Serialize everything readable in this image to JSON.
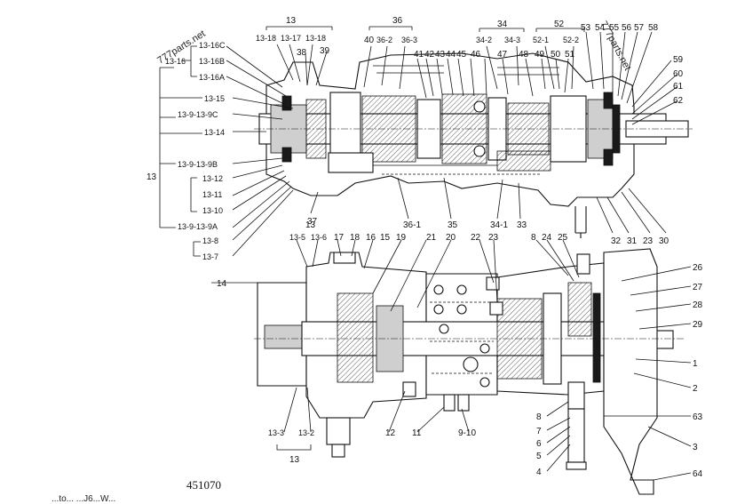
{
  "watermarks": [
    "777parts.net",
    "777parts.net"
  ],
  "figure_number": "451070",
  "footer_caption": "...to... ...J6...W...",
  "top_labels": {
    "group_13": "13",
    "l_13_18a": "13-18",
    "l_13_17": "13-17",
    "l_13_18b": "13-18",
    "l_38": "38",
    "l_39": "39",
    "l_40": "40",
    "group_36": "36",
    "l_36_2": "36-2",
    "l_36_3": "36-3",
    "l_41": "41",
    "l_42": "42",
    "l_43": "43",
    "l_44": "44",
    "l_45": "45",
    "l_46": "46",
    "group_34": "34",
    "l_34_2": "34-2",
    "l_34_3": "34-3",
    "l_47": "47",
    "l_48": "48",
    "l_49": "49",
    "group_52": "52",
    "l_52_1": "52-1",
    "l_52_2": "52-2",
    "l_50": "50",
    "l_51": "51",
    "l_53": "53",
    "l_54": "54",
    "l_55": "55",
    "l_56": "56",
    "l_57": "57",
    "l_58": "58",
    "l_59": "59",
    "l_60": "60",
    "l_61": "61",
    "l_62": "62",
    "l_13_16c": "13-16C",
    "l_13_16": "13-16",
    "l_13_16b": "13-16B",
    "l_13_16a": "13-16A",
    "l_13_15": "13-15",
    "l_13_9_13_9c": "13-9-13-9C",
    "l_13_14": "13-14",
    "l_13_9_13_9b": "13-9-13-9B",
    "l_13_main": "13",
    "l_13_12": "13-12",
    "l_13_11": "13-11",
    "l_13_10": "13-10",
    "l_13_9_13_9a": "13-9-13-9A",
    "l_13_8": "13-8",
    "l_13_7": "13-7",
    "l_37": "37",
    "l_36_1": "36-1",
    "l_35": "35",
    "l_34_1": "34-1",
    "l_33": "33",
    "l_32": "32",
    "l_31": "31",
    "l_23r": "23",
    "l_30": "30"
  },
  "bottom_labels": {
    "group_13b": "13",
    "l_13_5": "13-5",
    "l_13_6": "13-6",
    "l_17": "17",
    "l_18": "18",
    "l_16": "16",
    "l_15": "15",
    "l_19": "19",
    "l_21": "21",
    "l_20": "20",
    "l_22": "22",
    "l_23": "23",
    "l_8a": "8",
    "l_24": "24",
    "l_25": "25",
    "l_26": "26",
    "l_27": "27",
    "l_28": "28",
    "l_29": "29",
    "l_14": "14",
    "l_1": "1",
    "l_2": "2",
    "l_63": "63",
    "l_3": "3",
    "l_64": "64",
    "l_8b": "8",
    "l_7": "7",
    "l_6": "6",
    "l_5": "5",
    "l_4": "4",
    "l_13_3": "13-3",
    "l_13_2": "13-2",
    "group_13c": "13",
    "l_12": "12",
    "l_11": "11",
    "l_9_10": "9-10"
  }
}
